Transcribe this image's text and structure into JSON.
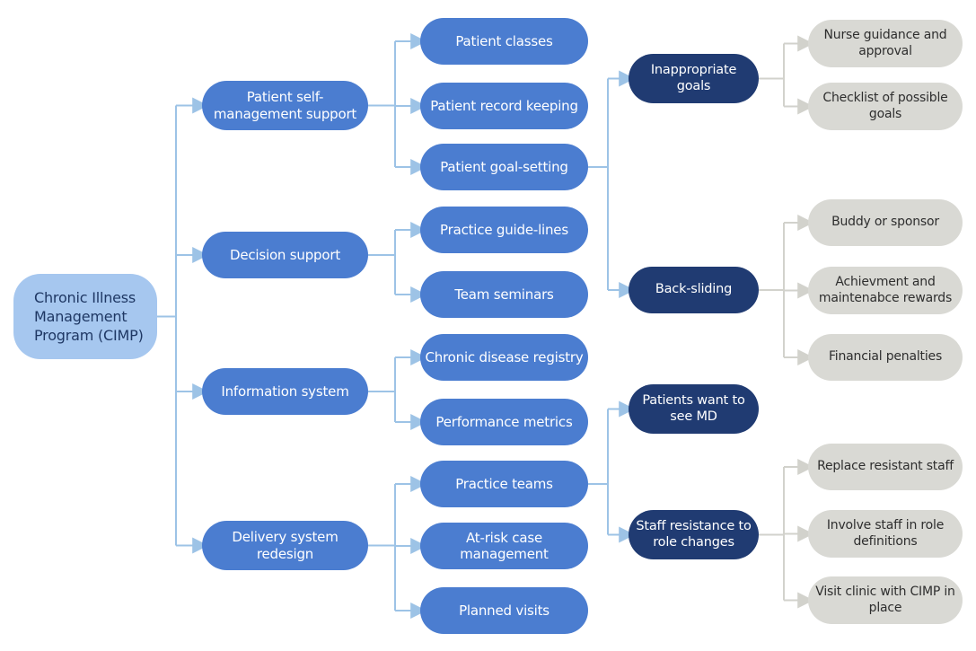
{
  "colors": {
    "background": "#FFFFFF",
    "root_fill": "#A6C7EF",
    "root_text": "#1F3864",
    "branch_fill": "#4B7DD0",
    "issue_fill": "#203B72",
    "solution_fill": "#D9D9D4",
    "solution_text": "#2E2E2E",
    "connector_blue": "#9DC3E6",
    "connector_gray": "#D2D2CC"
  },
  "diagram": {
    "root": {
      "label": "Chronic Illness Management Program (CIMP)"
    },
    "branches": [
      {
        "label": "Patient self-management support",
        "children": [
          {
            "label": "Patient classes"
          },
          {
            "label": "Patient record keeping"
          },
          {
            "label": "Patient goal-setting",
            "issues": [
              {
                "label": "Inappropriate goals",
                "solutions": [
                  {
                    "label": "Nurse guidance and approval"
                  },
                  {
                    "label": "Checklist of possible goals"
                  }
                ]
              },
              {
                "label": "Back-sliding",
                "solutions": [
                  {
                    "label": "Buddy or sponsor"
                  },
                  {
                    "label": "Achievment and maintenabce rewards"
                  },
                  {
                    "label": "Financial penalties"
                  }
                ]
              }
            ]
          }
        ]
      },
      {
        "label": "Decision support",
        "children": [
          {
            "label": "Practice guide-lines"
          },
          {
            "label": "Team seminars"
          }
        ]
      },
      {
        "label": "Information system",
        "children": [
          {
            "label": "Chronic disease registry"
          },
          {
            "label": "Performance metrics"
          }
        ]
      },
      {
        "label": "Delivery system redesign",
        "children": [
          {
            "label": "Practice teams",
            "issues": [
              {
                "label": "Patients want to see MD",
                "solutions": []
              },
              {
                "label": "Staff resistance to role changes",
                "solutions": [
                  {
                    "label": "Replace resistant staff"
                  },
                  {
                    "label": "Involve staff in role definitions"
                  },
                  {
                    "label": "Visit clinic with CIMP in place"
                  }
                ]
              }
            ]
          },
          {
            "label": "At-risk case management"
          },
          {
            "label": "Planned visits"
          }
        ]
      }
    ]
  }
}
